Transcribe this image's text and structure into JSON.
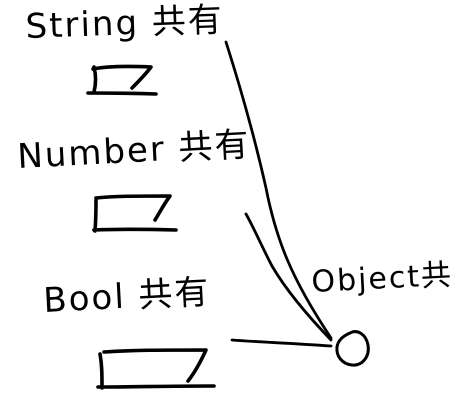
{
  "diagram": {
    "labels": {
      "string_storage": "String 共有",
      "number_storage": "Number 共有",
      "bool_storage": "Bool 共有",
      "object_storage": "Object共"
    }
  }
}
